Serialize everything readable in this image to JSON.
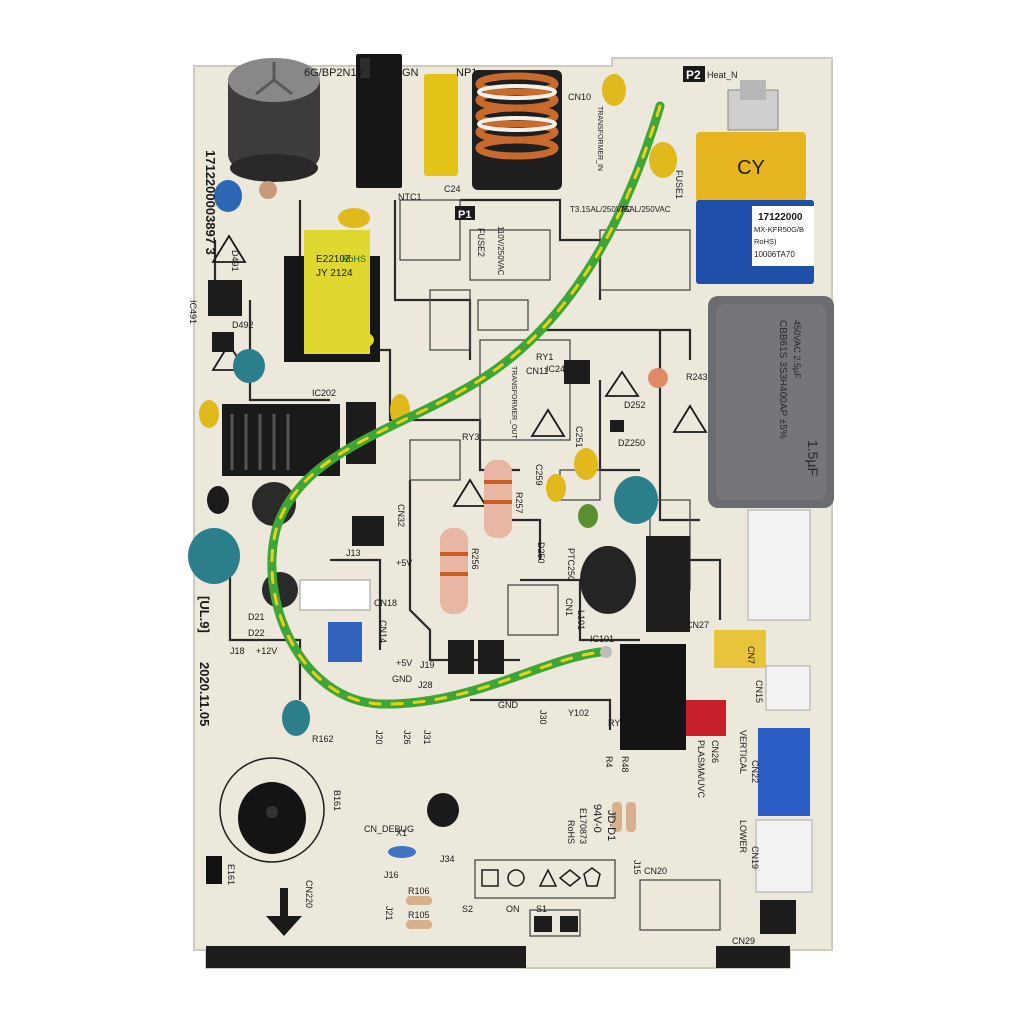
{
  "board": {
    "background": "#ffffff",
    "pcb_color": "#ece8dc",
    "trace_color": "#2a2a2a",
    "wire_colors": [
      "#3fa535",
      "#e6d21a"
    ]
  },
  "silkscreen": {
    "serial_side": "1712200003897 3",
    "model_top": "6G/BP2N1Y",
    "gn": "GN",
    "np1": "NP1",
    "p2": "P2",
    "heat_n": "Heat_N",
    "cn10": "CN10",
    "p1": "P1",
    "fuse2": "FUSE2",
    "fuse1": "FUSE1",
    "fuse_rating_1": "T3.15AL/250VAC",
    "fuse_rating_2": "T5AL/250VAC",
    "fuse_rating_3": "110V/250VAC",
    "ntc1": "NTC1",
    "c24": "C24",
    "transformer_in": "TRANSFORMER_IN",
    "transformer_out": "TRANSFORMER_OUT",
    "cn11": "CN11",
    "ry1": "RY1",
    "ry3": "RY3",
    "ic241": "IC241",
    "ic202": "IC202",
    "ic491": "IC491",
    "d491": "D491",
    "d492": "D492",
    "r243": "R243",
    "d252": "D252",
    "c251": "C251",
    "dz250": "DZ250",
    "c259": "C259",
    "r257": "R257",
    "r256": "R256",
    "d250": "D250",
    "ptc250": "PTC250",
    "cn32": "CN32",
    "cn18": "CN18",
    "cn14": "CN14",
    "cn1": "CN1",
    "l101": "L101",
    "ic101": "IC101",
    "cn27": "CN27",
    "cn7": "CN7",
    "cn15": "CN15",
    "cn26": "CN26",
    "plasma_uvc": "PLASMA/UVC",
    "vertical": "VERTICAL",
    "cn22": "CN22",
    "lower": "LOWER",
    "cn19": "CN19",
    "cn20": "CN20",
    "cn29": "CN29",
    "cn_debug": "CN_DEBUG",
    "cn220": "CN220",
    "x1": "X1",
    "j16": "J16",
    "j21": "J21",
    "r106": "R106",
    "r105": "R105",
    "s1": "S1",
    "s2": "S2",
    "on": "ON",
    "j34": "J34",
    "b161": "B161",
    "e161": "E161",
    "r162": "R162",
    "gnd": "GND",
    "plus5v": "+5V",
    "plus12v": "+12V",
    "j18": "J18",
    "j19": "J19",
    "j28": "J28",
    "j30": "J30",
    "j31": "J31",
    "j26": "J26",
    "j20": "J20",
    "j13": "J13",
    "j15": "J15",
    "d21": "D21",
    "d22": "D22",
    "ul": "[UL.9]",
    "date": "2020.11.05",
    "rohs": "RoHS",
    "e170873": "E170873",
    "v0": "94V-0",
    "jd": "JD-D1",
    "y102": "Y102",
    "ry2": "RY2",
    "r4": "R4",
    "r48": "R48"
  },
  "components": {
    "transformer_label_1": "E2210Z",
    "transformer_label_2": "RoHS",
    "transformer_label_3": "JY 2124",
    "cy_cap_label": "CY",
    "sticker_line1": "17122000",
    "sticker_line2": "MX-KFR50G/B",
    "sticker_line3": "RoHS)",
    "sticker_line4": "10006TA70",
    "motor_cap_line1": "CBB61S 3S3H400AP ±5%",
    "motor_cap_line2": "450VAC 2.5µF",
    "motor_cap_line3": "1.5µF"
  }
}
